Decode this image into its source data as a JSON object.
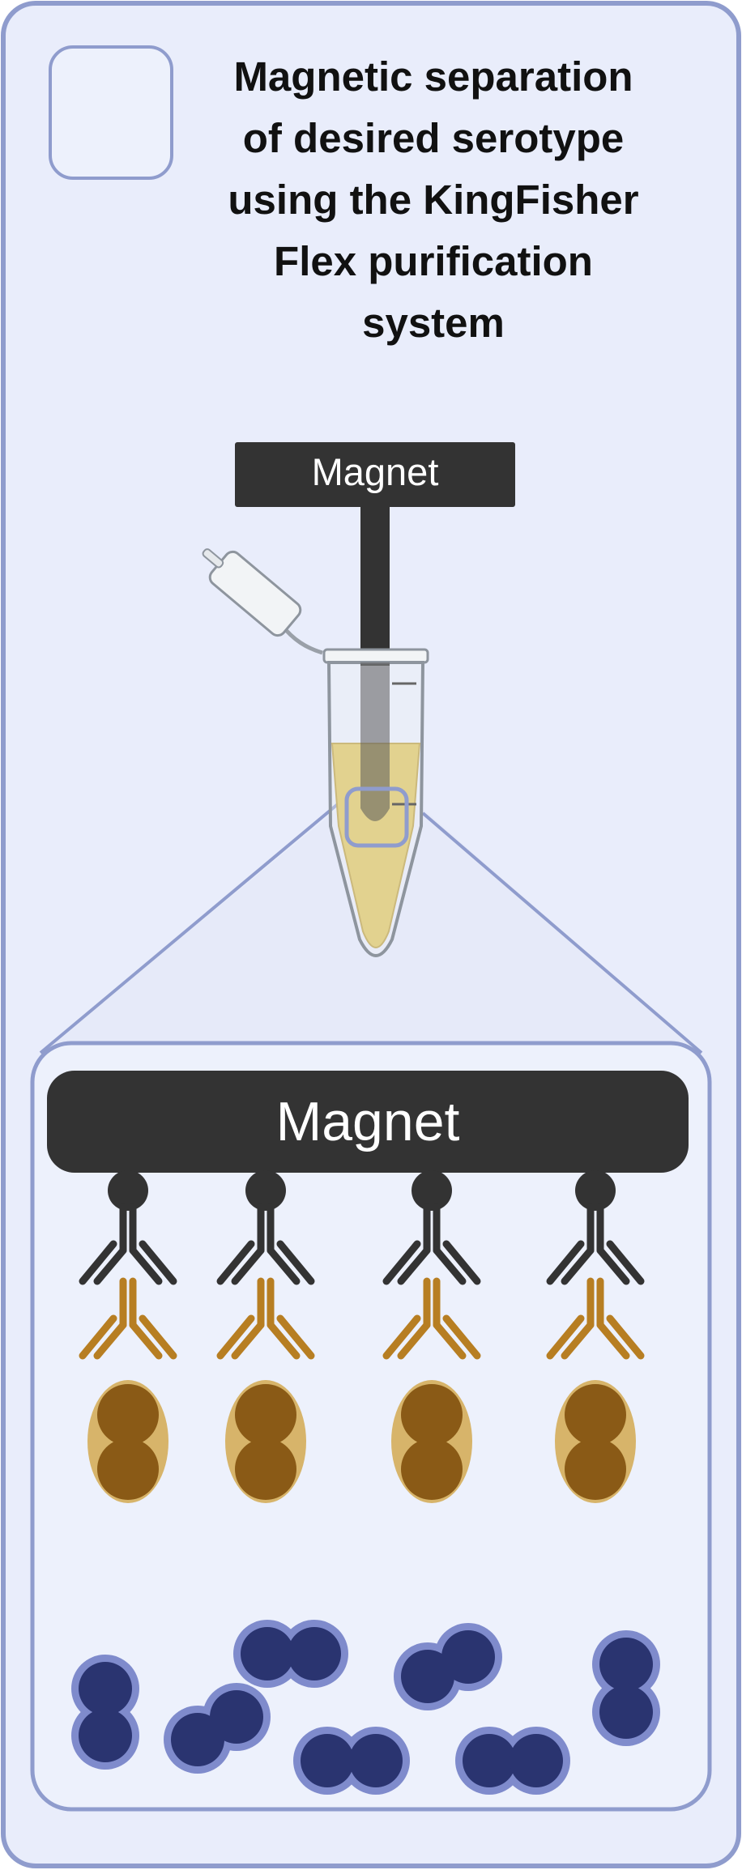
{
  "title_lines": [
    "Magnetic separation",
    "of desired serotype",
    "using the KingFisher",
    "Flex purification",
    "system"
  ],
  "magnet_label_top": "Magnet",
  "magnet_label_zoom": "Magnet",
  "colors": {
    "panel_bg": "#e9edfb",
    "panel_border": "#8f9ccd",
    "magnet": "#333333",
    "liquid": "#dcc25a",
    "gold": "#b77e22",
    "gold_dark": "#7a4e0e",
    "bacteria_bound": "#8a5a16",
    "bacteria_free": "#2a3470",
    "bacteria_free_halo": "#7f8bcc"
  }
}
